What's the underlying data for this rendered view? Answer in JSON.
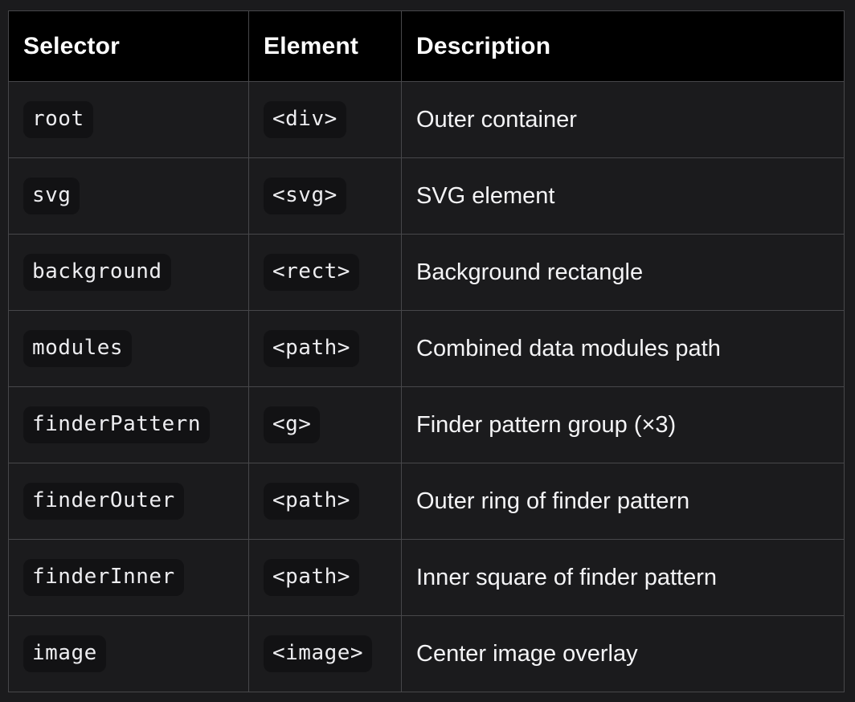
{
  "colors": {
    "page_background": "#1b1b1d",
    "header_background": "#000000",
    "cell_background": "#1b1b1d",
    "chip_background": "#121214",
    "border": "#47474a",
    "text": "#f4f4f6"
  },
  "table": {
    "columns": [
      {
        "label": "Selector"
      },
      {
        "label": "Element"
      },
      {
        "label": "Description"
      }
    ],
    "rows": [
      {
        "selector": "root",
        "element": "<div>",
        "description": "Outer container"
      },
      {
        "selector": "svg",
        "element": "<svg>",
        "description": "SVG element"
      },
      {
        "selector": "background",
        "element": "<rect>",
        "description": "Background rectangle"
      },
      {
        "selector": "modules",
        "element": "<path>",
        "description": "Combined data modules path"
      },
      {
        "selector": "finderPattern",
        "element": "<g>",
        "description": "Finder pattern group (×3)"
      },
      {
        "selector": "finderOuter",
        "element": "<path>",
        "description": "Outer ring of finder pattern"
      },
      {
        "selector": "finderInner",
        "element": "<path>",
        "description": "Inner square of finder pattern"
      },
      {
        "selector": "image",
        "element": "<image>",
        "description": "Center image overlay"
      }
    ]
  }
}
